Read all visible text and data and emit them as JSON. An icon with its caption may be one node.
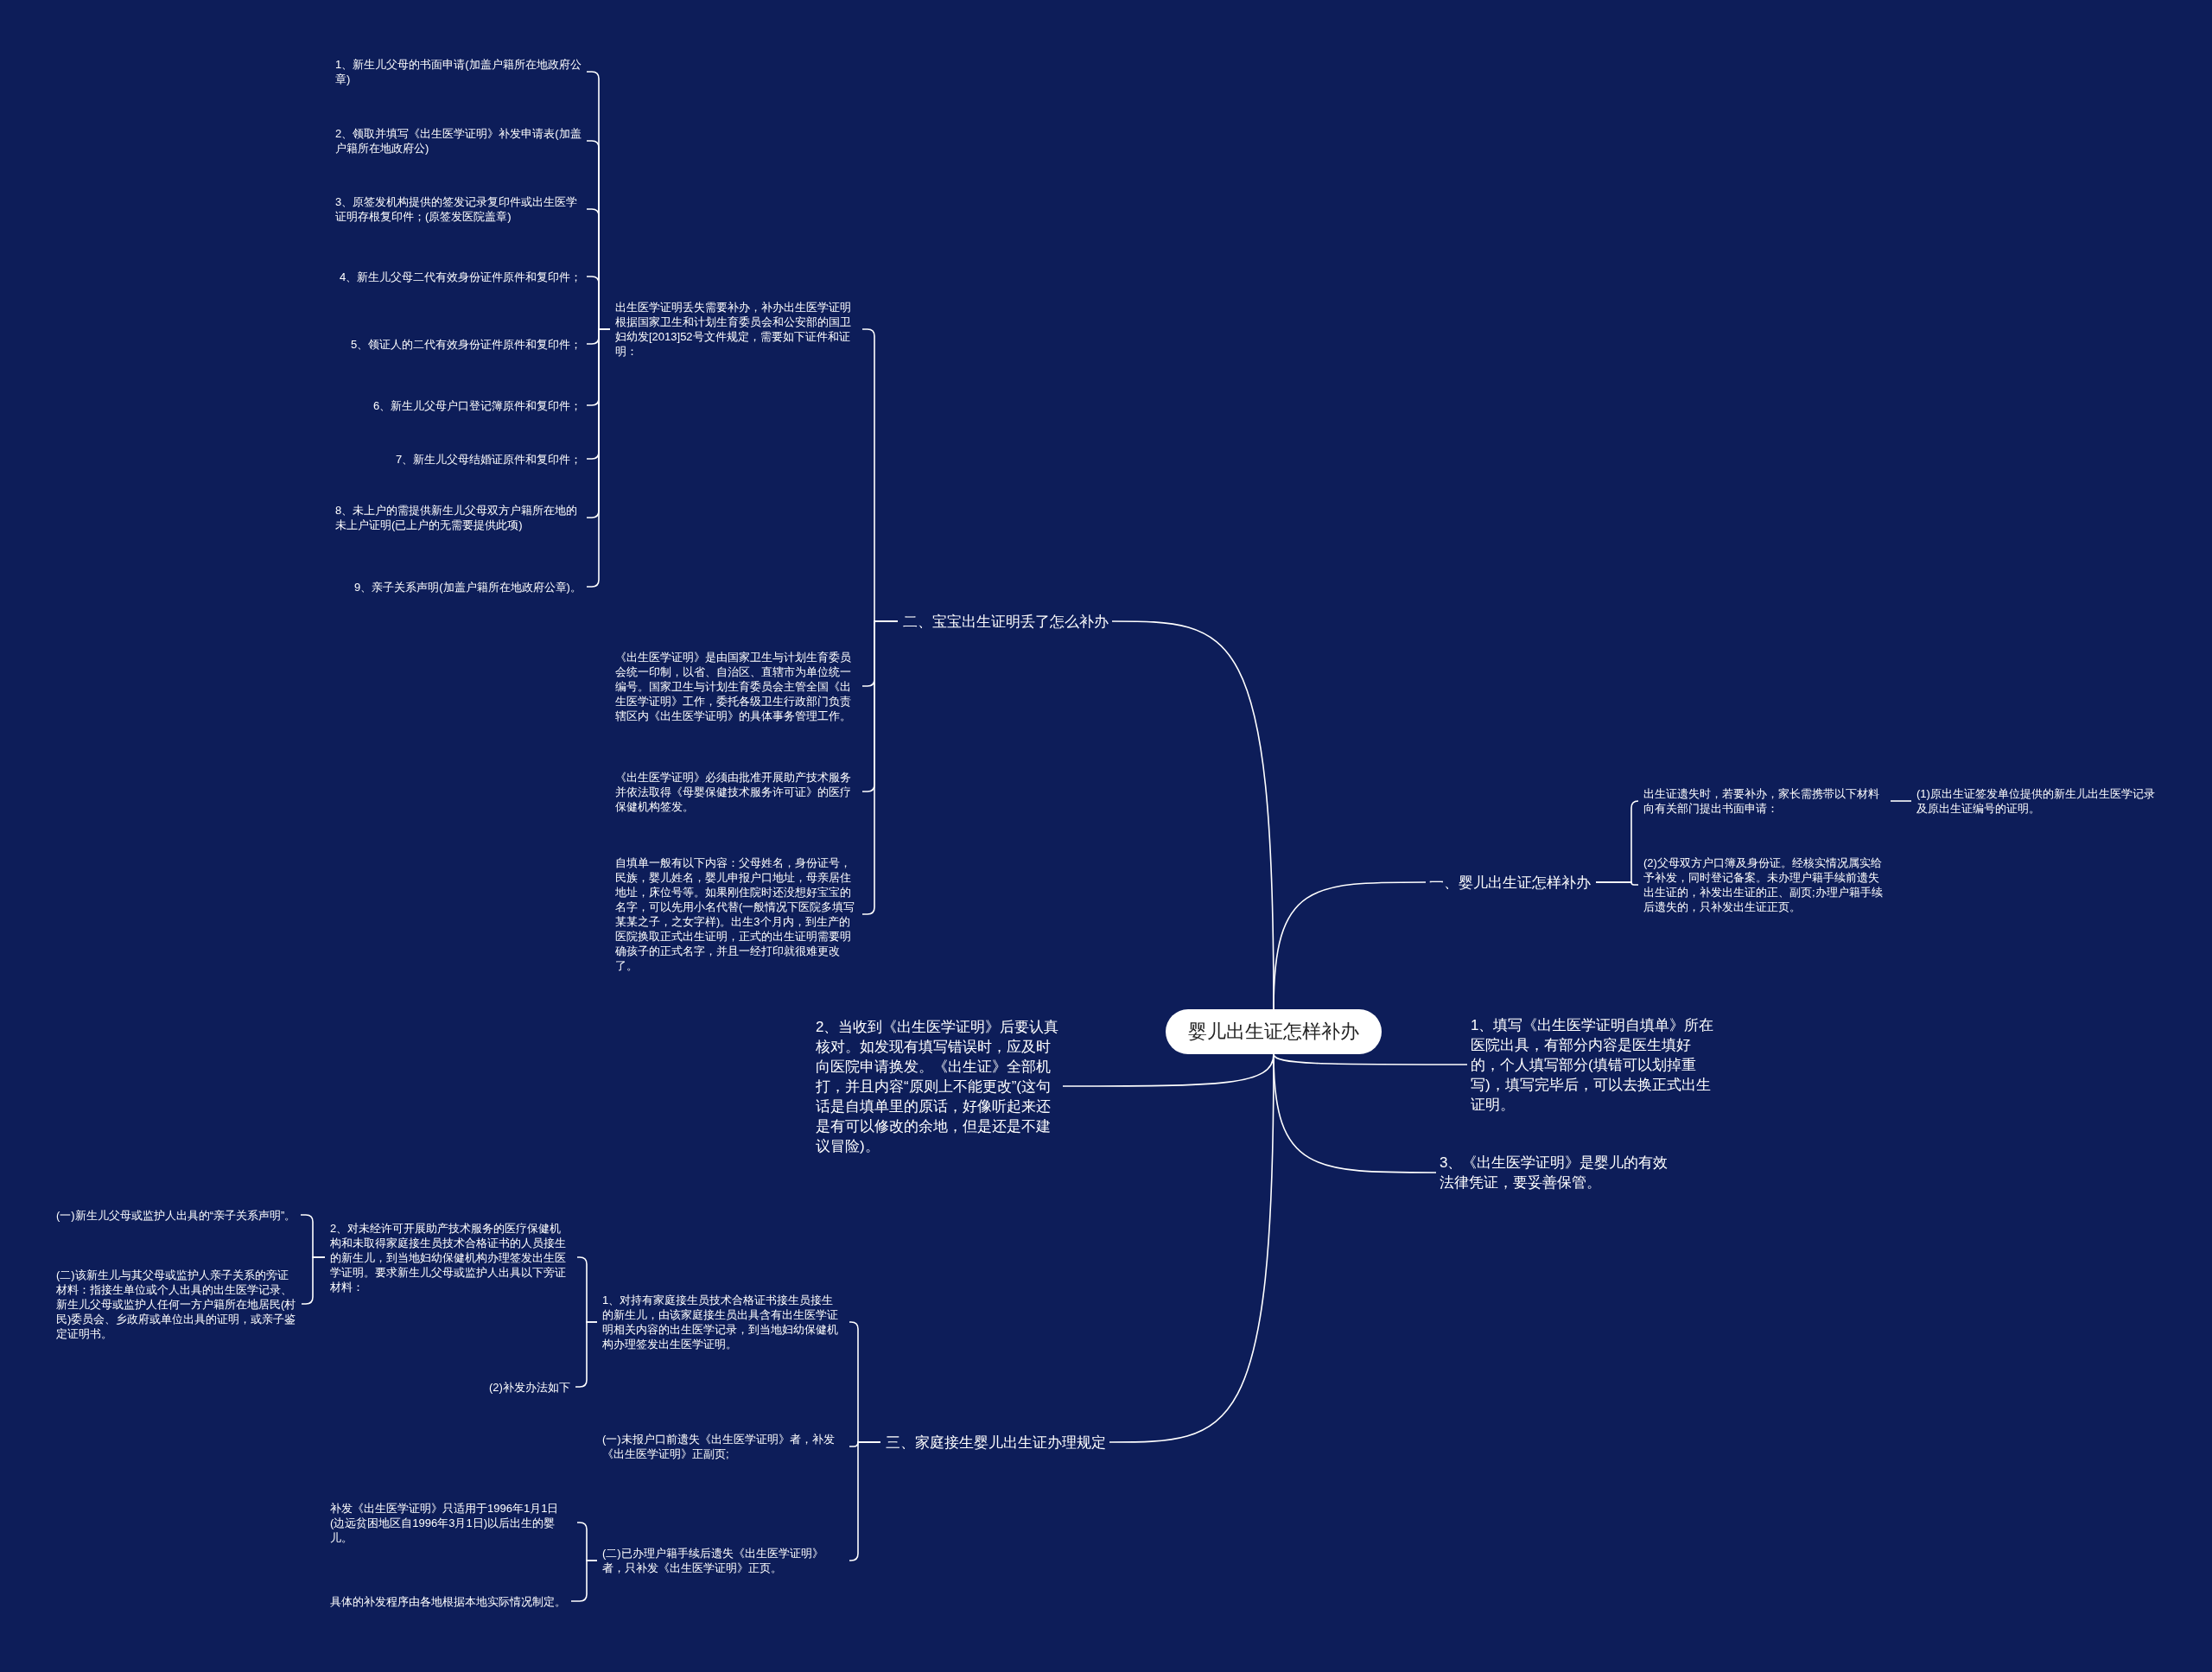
{
  "diagram": {
    "nodes": [
      {
        "text": [
          "婴儿出生证怎样补办"
        ]
      },
      {
        "text": [
          "二、宝宝出生证明丢了怎么补办"
        ]
      },
      {
        "text": [
          "出生医学证明丢失需要补办，补办出生医学证明根据国家卫生和计划生育委员会和公安部的国卫妇幼发[2013]52号文件规定，需要如下证件和证明："
        ]
      },
      {
        "text": [
          "1、新生儿父母的书面申请(加盖户籍所在地政府公章)"
        ]
      },
      {
        "text": [
          "2、领取并填写《出生医学证明》补发申请表(加盖户籍所在地政府公)"
        ]
      },
      {
        "text": [
          "3、原签发机构提供的签发记录复印件或出生医学证明存根复印件；(原签发医院盖章)"
        ]
      },
      {
        "text": [
          "4、新生儿父母二代有效身份证件原件和复印件；"
        ]
      },
      {
        "text": [
          "5、领证人的二代有效身份证件原件和复印件；"
        ]
      },
      {
        "text": [
          "6、新生儿父母户口登记簿原件和复印件；"
        ]
      },
      {
        "text": [
          "7、新生儿父母结婚证原件和复印件；"
        ]
      },
      {
        "text": [
          "8、未上户的需提供新生儿父母双方户籍所在地的未上户证明(已上户的无需要提供此项)"
        ]
      },
      {
        "text": [
          "9、亲子关系声明(加盖户籍所在地政府公章)。"
        ]
      },
      {
        "text": [
          "《出生医学证明》是由国家卫生与计划生育委员会统一印制，以省、自治区、直辖市为单位统一编号。国家卫生与计划生育委员会主管全国《出生医学证明》工作，委托各级卫生行政部门负责辖区内《出生医学证明》的具体事务管理工作。"
        ]
      },
      {
        "text": [
          "《出生医学证明》必须由批准开展助产技术服务并依法取得《母婴保健技术服务许可证》的医疗保健机构签发。"
        ]
      },
      {
        "text": [
          "自填单一般有以下内容：父母姓名，身份证号，民族，婴儿姓名，婴儿申报户口地址，母亲居住地址，床位号等。如果刚住院时还没想好宝宝的名字，可以先用小名代替(一般情况下医院多填写某某之子，之女字样)。出生3个月内，到生产的医院换取正式出生证明，正式的出生证明需要明确孩子的正式名字，并且一经打印就很难更改了。"
        ]
      },
      {
        "text": [
          "一、婴儿出生证怎样补办"
        ]
      },
      {
        "text": [
          "出生证遗失时，若要补办，家长需携带以下材料向有关部门提出书面申请："
        ]
      },
      {
        "text": [
          "(1)原出生证签发单位提供的新生儿出生医学记录及原出生证编号的证明。"
        ]
      },
      {
        "text": [
          "(2)父母双方户口簿及身份证。经核实情况属实给予补发，同时登记备案。未办理户籍手续前遗失出生证的，补发出生证的正、副页;办理户籍手续后遗失的，只补发出生证正页。"
        ]
      },
      {
        "text": [
          "1、填写《出生医学证明自填单》所在医院出具，有部分内容是医生填好的，个人填写部分(填错可以划掉重写)，填写完毕后，可以去换正式出生证明。"
        ]
      },
      {
        "text": [
          "2、当收到《出生医学证明》后要认真核对。如发现有填写错误时，应及时向医院申请换发。《出生证》全部机打，并且内容“原则上不能更改”(这句话是自填单里的原话，好像听起来还是有可以修改的余地，但是还是不建议冒险)。"
        ]
      },
      {
        "text": [
          "3、《出生医学证明》是婴儿的有效法律凭证，要妥善保管。"
        ]
      },
      {
        "text": [
          "三、家庭接生婴儿出生证办理规定"
        ]
      },
      {
        "text": [
          "1、对持有家庭接生员技术合格证书接生员接生的新生儿，由该家庭接生员出具含有出生医学证明相关内容的出生医学记录，到当地妇幼保健机构办理签发出生医学证明。"
        ]
      },
      {
        "text": [
          "2、对未经许可开展助产技术服务的医疗保健机构和未取得家庭接生员技术合格证书的人员接生的新生儿，到当地妇幼保健机构办理签发出生医学证明。要求新生儿父母或监护人出具以下旁证材料："
        ]
      },
      {
        "text": [
          "(一)新生儿父母或监护人出具的“亲子关系声明”。"
        ]
      },
      {
        "text": [
          "(二)该新生儿与其父母或监护人亲子关系的旁证材料：指接生单位或个人出具的出生医学记录、新生儿父母或监护人任何一方户籍所在地居民(村民)委员会、乡政府或单位出具的证明，或亲子鉴定证明书。"
        ]
      },
      {
        "text": [
          "(2)补发办法如下"
        ]
      },
      {
        "text": [
          "(一)未报户口前遗失《出生医学证明》者，补发《出生医学证明》正副页;"
        ]
      },
      {
        "text": [
          "(二)已办理户籍手续后遗失《出生医学证明》者，只补发《出生医学证明》正页。"
        ]
      },
      {
        "text": [
          "补发《出生医学证明》只适用于1996年1月1日(边远贫困地区自1996年3月1日)以后出生的婴儿。"
        ]
      },
      {
        "text": [
          "具体的补发程序由各地根据本地实际情况制定。"
        ]
      }
    ],
    "edges": [
      {
        "from": 0,
        "to": 1,
        "arrow": "none"
      },
      {
        "from": 1,
        "to": 2,
        "arrow": "none"
      },
      {
        "from": 2,
        "to": 3,
        "arrow": "none"
      },
      {
        "from": 2,
        "to": 4,
        "arrow": "none"
      },
      {
        "from": 2,
        "to": 5,
        "arrow": "none"
      },
      {
        "from": 2,
        "to": 6,
        "arrow": "none"
      },
      {
        "from": 2,
        "to": 7,
        "arrow": "none"
      },
      {
        "from": 2,
        "to": 8,
        "arrow": "none"
      },
      {
        "from": 2,
        "to": 9,
        "arrow": "none"
      },
      {
        "from": 2,
        "to": 10,
        "arrow": "none"
      },
      {
        "from": 2,
        "to": 11,
        "arrow": "none"
      },
      {
        "from": 1,
        "to": 12,
        "arrow": "none"
      },
      {
        "from": 1,
        "to": 13,
        "arrow": "none"
      },
      {
        "from": 1,
        "to": 14,
        "arrow": "none"
      },
      {
        "from": 0,
        "to": 15,
        "arrow": "none"
      },
      {
        "from": 15,
        "to": 16,
        "arrow": "none"
      },
      {
        "from": 16,
        "to": 17,
        "arrow": "none"
      },
      {
        "from": 15,
        "to": 18,
        "arrow": "none"
      },
      {
        "from": 0,
        "to": 19,
        "arrow": "none"
      },
      {
        "from": 0,
        "to": 20,
        "arrow": "none"
      },
      {
        "from": 0,
        "to": 21,
        "arrow": "none"
      },
      {
        "from": 0,
        "to": 22,
        "arrow": "none"
      },
      {
        "from": 22,
        "to": 23,
        "arrow": "none"
      },
      {
        "from": 23,
        "to": 24,
        "arrow": "none"
      },
      {
        "from": 24,
        "to": 25,
        "arrow": "none"
      },
      {
        "from": 24,
        "to": 26,
        "arrow": "none"
      },
      {
        "from": 23,
        "to": 27,
        "arrow": "none"
      },
      {
        "from": 22,
        "to": 28,
        "arrow": "none"
      },
      {
        "from": 22,
        "to": 29,
        "arrow": "none"
      },
      {
        "from": 29,
        "to": 30,
        "arrow": "none"
      },
      {
        "from": 29,
        "to": 31,
        "arrow": "none"
      }
    ]
  }
}
